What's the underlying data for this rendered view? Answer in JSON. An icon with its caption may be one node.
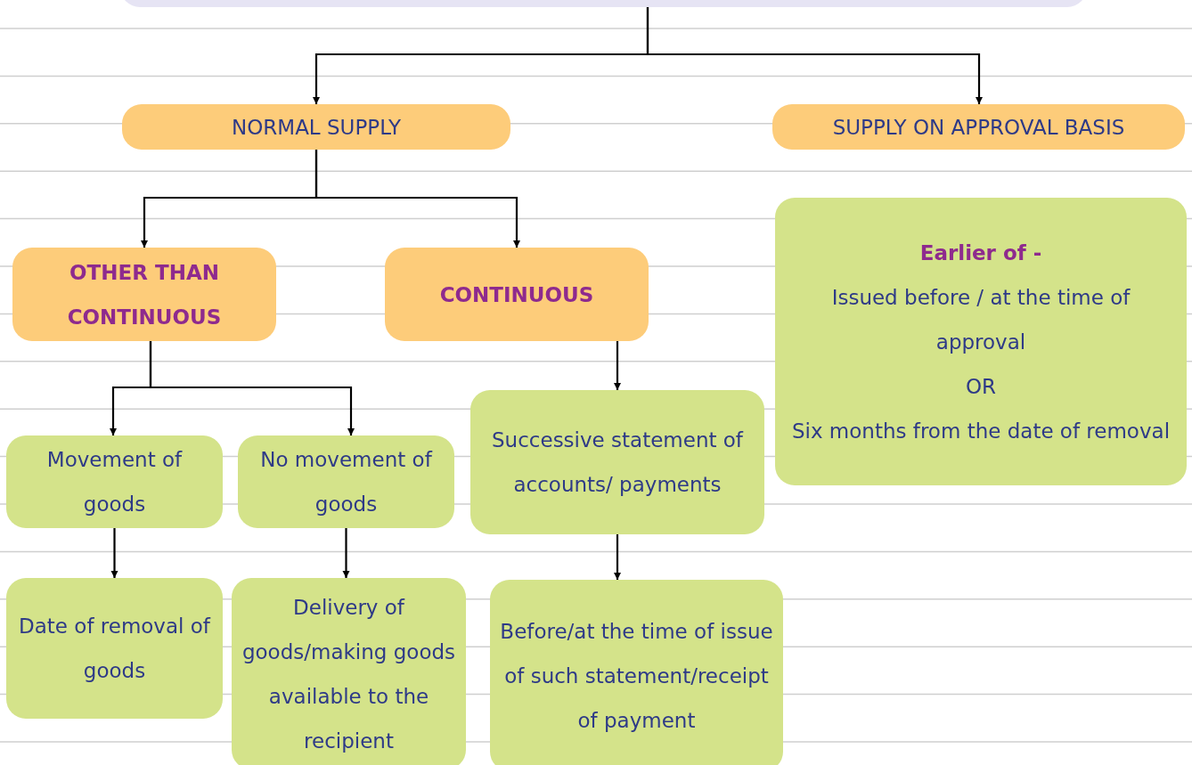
{
  "diagram": {
    "nodes": [
      {
        "text": [],
        "shape": "box"
      },
      {
        "text": [
          "NORMAL SUPPLY"
        ]
      },
      {
        "text": [
          "SUPPLY ON APPROVAL BASIS"
        ]
      },
      {
        "text": [
          "OTHER THAN CONTINUOUS"
        ]
      },
      {
        "text": [
          "CONTINUOUS"
        ]
      },
      {
        "text": [
          "Earlier of -",
          "Issued before / at the time of approval",
          "OR",
          "Six months from the date of removal"
        ]
      },
      {
        "text": [
          "Movement of goods"
        ]
      },
      {
        "text": [
          "No movement of goods"
        ]
      },
      {
        "text": [
          "Successive statement of accounts/ payments"
        ]
      },
      {
        "text": [
          "Date of removal of goods"
        ]
      },
      {
        "text": [
          "Delivery of goods/making goods available to the recipient"
        ]
      },
      {
        "text": [
          "Before/at the time of issue of such statement/receipt of payment"
        ]
      }
    ],
    "edges": [
      {
        "from": 0,
        "to": 1,
        "arrow": "to"
      },
      {
        "from": 0,
        "to": 2,
        "arrow": "to"
      },
      {
        "from": 1,
        "to": 3,
        "arrow": "to"
      },
      {
        "from": 1,
        "to": 4,
        "arrow": "to"
      },
      {
        "from": 3,
        "to": 6,
        "arrow": "to"
      },
      {
        "from": 3,
        "to": 7,
        "arrow": "to"
      },
      {
        "from": 4,
        "to": 8,
        "arrow": "to"
      },
      {
        "from": 6,
        "to": 9,
        "arrow": "to"
      },
      {
        "from": 7,
        "to": 10,
        "arrow": "to"
      },
      {
        "from": 8,
        "to": 11,
        "arrow": "to"
      }
    ]
  }
}
